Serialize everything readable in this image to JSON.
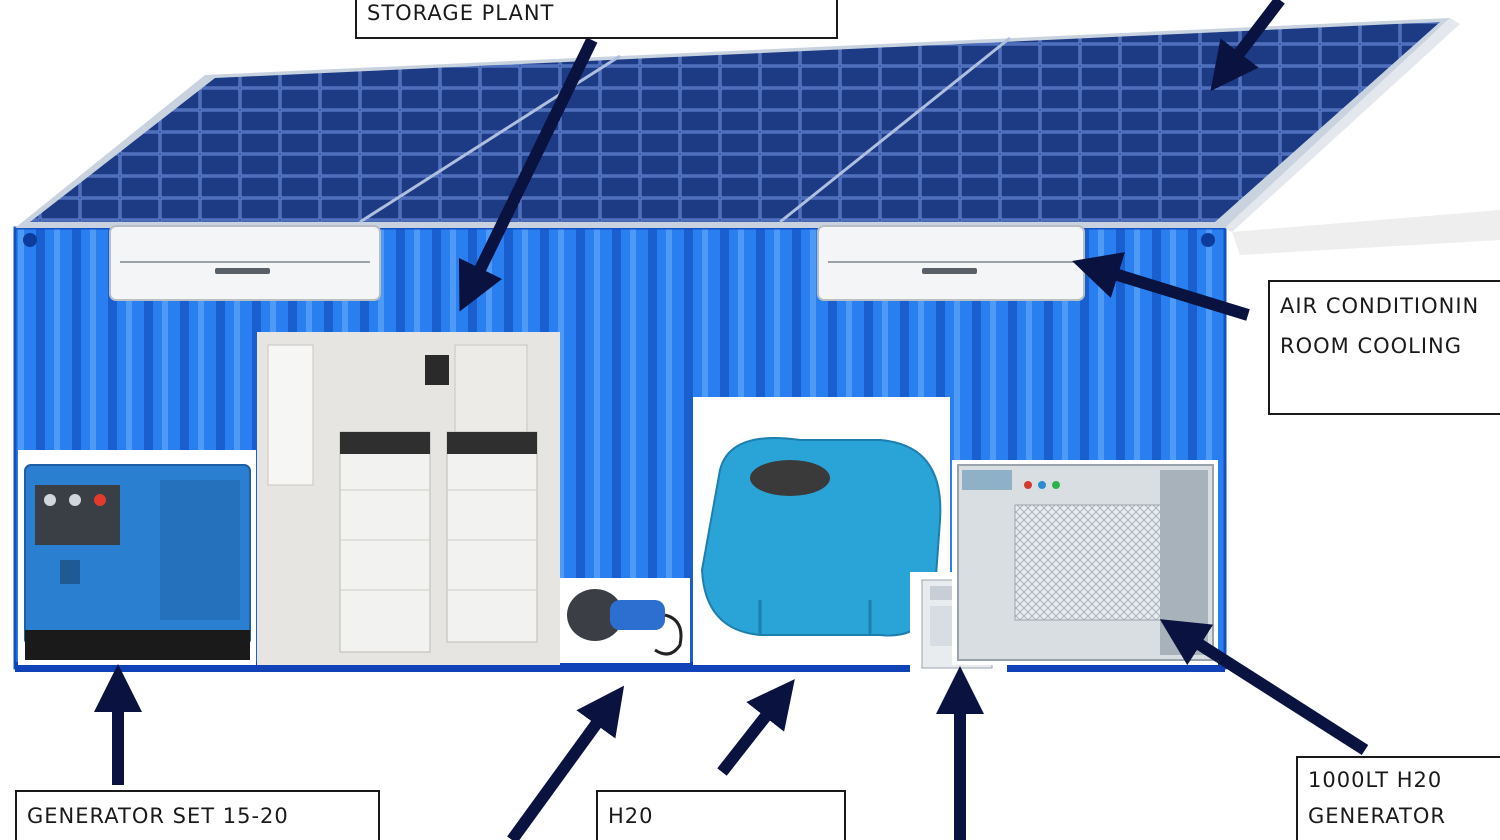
{
  "labels": {
    "storage_plant": "STORAGE PLANT",
    "air_conditioning_line1": "AIR CONDITIONIN",
    "air_conditioning_line2": "ROOM COOLING",
    "generator_set": "GENERATOR SET 15-20",
    "h2o": "H20",
    "h2o_generator_line1": "1000LT H20",
    "h2o_generator_line2": "GENERATOR"
  },
  "colors": {
    "container_blue": "#1e6fe6",
    "container_dark": "#1452c4",
    "solar_panel": "#1f3f8f",
    "arrow": "#0a1240",
    "box_border": "#1a1a1a",
    "tank_blue": "#2aa3d6"
  }
}
